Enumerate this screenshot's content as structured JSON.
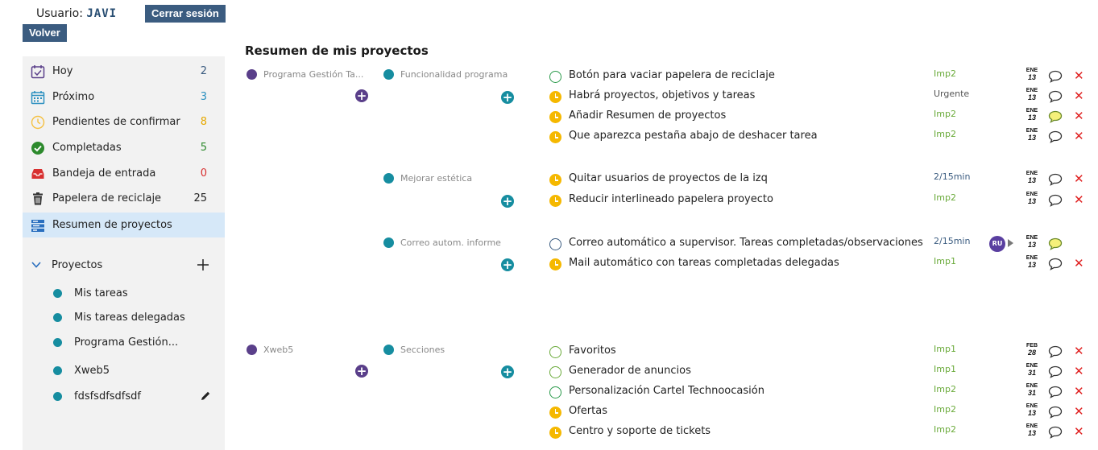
{
  "header": {
    "user_label": "Usuario:",
    "user_name": "JAVI",
    "logout_label": "Cerrar sesión",
    "back_label": "Volver"
  },
  "sidebar": {
    "items": [
      {
        "label": "Hoy",
        "count": "2",
        "count_color": "#3b5c80",
        "icon": "calendar-check-icon"
      },
      {
        "label": "Próximo",
        "count": "3",
        "count_color": "#2a8fbf",
        "icon": "calendar-grid-icon"
      },
      {
        "label": "Pendientes de confirmar",
        "count": "8",
        "count_color": "#e6a800",
        "icon": "clock-icon"
      },
      {
        "label": "Completadas",
        "count": "5",
        "count_color": "#2d8a2d",
        "icon": "check-circle-icon"
      },
      {
        "label": "Bandeja de entrada",
        "count": "0",
        "count_color": "#d83030",
        "icon": "inbox-icon"
      },
      {
        "label": "Papelera de reciclaje",
        "count": "25",
        "count_color": "#222222",
        "icon": "trash-icon"
      },
      {
        "label": "Resumen de proyectos",
        "count": "",
        "count_color": "#222222",
        "icon": "list-icon"
      }
    ],
    "projects_label": "Proyectos",
    "projects": [
      {
        "label": "Mis tareas"
      },
      {
        "label": "Mis tareas delegadas"
      },
      {
        "label": "Programa Gestión..."
      },
      {
        "label": "Xweb5"
      },
      {
        "label": "fdsfsdfsdfsdf"
      }
    ]
  },
  "main": {
    "title": "Resumen de mis proyectos",
    "projects": [
      {
        "name": "Programa Gestión Ta...",
        "color": "#5a3f8a"
      },
      {
        "name": "Xweb5",
        "color": "#5a3f8a"
      }
    ],
    "objectives": [
      {
        "name": "Funcionalidad programa",
        "color": "#168da0"
      },
      {
        "name": "Mejorar estética",
        "color": "#168da0"
      },
      {
        "name": "Correo autom. informe",
        "color": "#168da0"
      },
      {
        "name": "Secciones",
        "color": "#168da0"
      }
    ],
    "tasks": [
      {
        "text": "Botón para vaciar papelera de reciclaje",
        "status": "open",
        "status_color": "#2a9a4a",
        "tag": "Imp2",
        "tag_color": "#6aaa3a",
        "month": "ENE",
        "day": "13",
        "comment": "empty",
        "delete": "✕"
      },
      {
        "text": "Habrá proyectos, objetivos y tareas",
        "status": "clock",
        "status_color": "#f5b800",
        "tag": "Urgente",
        "tag_color": "#555555",
        "month": "ENE",
        "day": "13",
        "comment": "empty",
        "delete": "✕"
      },
      {
        "text": "Añadir Resumen de proyectos",
        "status": "clock",
        "status_color": "#f5b800",
        "tag": "Imp2",
        "tag_color": "#6aaa3a",
        "month": "ENE",
        "day": "13",
        "comment": "filled",
        "delete": "✕"
      },
      {
        "text": "Que aparezca pestaña abajo de deshacer tarea",
        "status": "clock",
        "status_color": "#f5b800",
        "tag": "Imp2",
        "tag_color": "#6aaa3a",
        "month": "ENE",
        "day": "13",
        "comment": "empty",
        "delete": "✕"
      },
      {
        "text": "Quitar usuarios de proyectos de la izq",
        "status": "clock",
        "status_color": "#f5b800",
        "tag": "2/15min",
        "tag_color": "#3b5c80",
        "month": "ENE",
        "day": "13",
        "comment": "empty",
        "delete": "✕"
      },
      {
        "text": "Reducir interlineado papelera proyecto",
        "status": "clock",
        "status_color": "#f5b800",
        "tag": "Imp2",
        "tag_color": "#6aaa3a",
        "month": "ENE",
        "day": "13",
        "comment": "empty",
        "delete": "✕"
      },
      {
        "text": "Correo automático a supervisor. Tareas completadas/observaciones",
        "status": "open",
        "status_color": "#3b5c80",
        "tag": "2/15min",
        "tag_color": "#3b5c80",
        "month": "ENE",
        "day": "13",
        "comment": "filled",
        "delete": "",
        "avatar": "RU"
      },
      {
        "text": "Mail automático con tareas completadas delegadas",
        "status": "clock",
        "status_color": "#f5b800",
        "tag": "Imp1",
        "tag_color": "#6aaa3a",
        "month": "ENE",
        "day": "13",
        "comment": "empty",
        "delete": "✕"
      },
      {
        "text": "Favoritos",
        "status": "open",
        "status_color": "#6aaa3a",
        "tag": "Imp1",
        "tag_color": "#6aaa3a",
        "month": "FEB",
        "day": "28",
        "comment": "empty",
        "delete": "✕"
      },
      {
        "text": "Generador de anuncios",
        "status": "open",
        "status_color": "#6aaa3a",
        "tag": "Imp1",
        "tag_color": "#6aaa3a",
        "month": "ENE",
        "day": "31",
        "comment": "empty",
        "delete": "✕"
      },
      {
        "text": "Personalización Cartel Technoocasión",
        "status": "open",
        "status_color": "#2a9a4a",
        "tag": "Imp2",
        "tag_color": "#6aaa3a",
        "month": "ENE",
        "day": "31",
        "comment": "empty",
        "delete": "✕"
      },
      {
        "text": "Ofertas",
        "status": "clock",
        "status_color": "#f5b800",
        "tag": "Imp2",
        "tag_color": "#6aaa3a",
        "month": "ENE",
        "day": "13",
        "comment": "empty",
        "delete": "✕"
      },
      {
        "text": "Centro y soporte de tickets",
        "status": "clock",
        "status_color": "#f5b800",
        "tag": "Imp2",
        "tag_color": "#6aaa3a",
        "month": "ENE",
        "day": "13",
        "comment": "empty",
        "delete": "✕"
      }
    ]
  }
}
